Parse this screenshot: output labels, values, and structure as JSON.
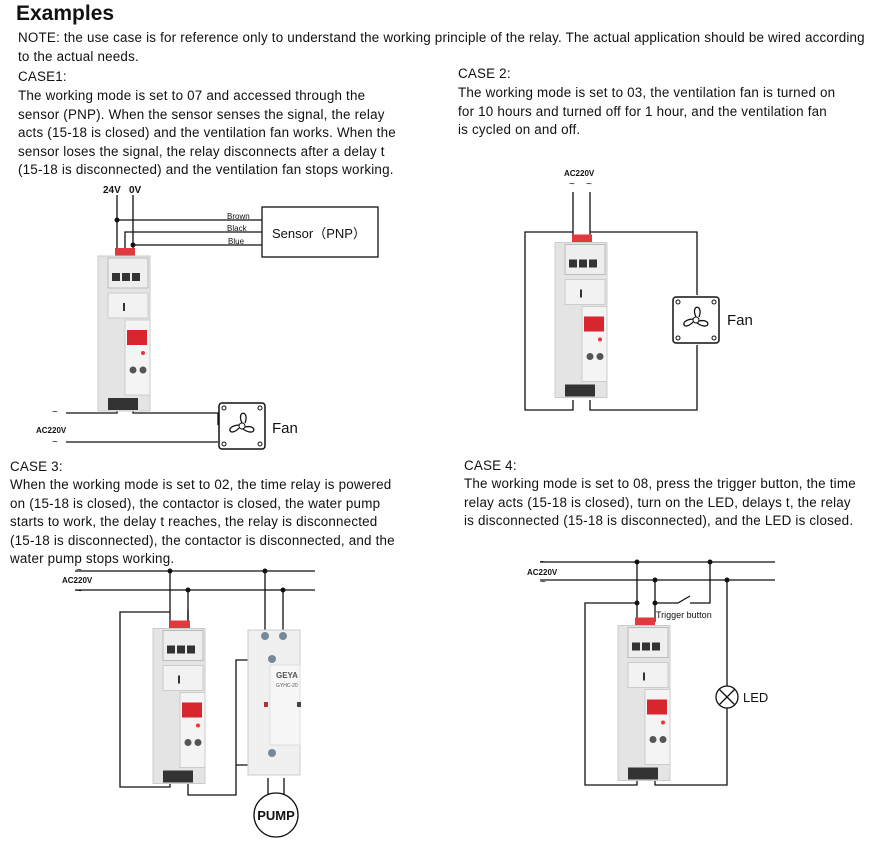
{
  "title": "Examples",
  "note": "NOTE: the use case is for reference only to understand the working principle of the relay. The actual application should be wired according to the actual needs.",
  "cases": [
    {
      "heading": "CASE1:",
      "text": "The working mode is set to 07 and accessed through the\nsensor (PNP). When the sensor senses the signal, the relay\nacts (15-18 is closed) and the ventilation fan works. When the\nsensor loses the signal, the relay disconnects after a delay t\n(15-18 is disconnected) and the ventilation fan stops working."
    },
    {
      "heading": "CASE 2:",
      "text": "The working mode is set to 03, the ventilation fan is turned on\nfor 10 hours and turned off for 1 hour, and the ventilation fan\nis cycled on and off."
    },
    {
      "heading": "CASE 3:",
      "text": "When the working mode is set to 02, the time relay is powered\non (15-18 is closed), the contactor is closed, the water pump\nstarts to work, the delay t reaches, the relay is disconnected\n(15-18 is disconnected), the contactor is disconnected, and the\nwater pump stops working."
    },
    {
      "heading": "CASE 4:",
      "text": "The working mode is set to 08, press the trigger button, the time\nrelay acts (15-18 is closed), turn on the LED, delays t, the relay\nis disconnected (15-18 is disconnected), and the LED is closed."
    }
  ],
  "diagram1": {
    "v24": "24V",
    "v0": "0V",
    "brown": "Brown",
    "black": "Black",
    "blue": "Blue",
    "sensor": "Sensor（PNP）",
    "ac": "AC220V",
    "tilde": "~",
    "fan": "Fan"
  },
  "diagram2": {
    "ac": "AC220V",
    "tilde": "~",
    "fan": "Fan"
  },
  "diagram3": {
    "ac": "AC220V",
    "tilde": "~",
    "pump": "PUMP",
    "contactor_brand": "GEYA",
    "contactor_model": "GYHC-20"
  },
  "diagram4": {
    "ac": "AC220V",
    "tilde": "~",
    "trigger": "Trigger button",
    "led": "LED"
  },
  "colors": {
    "relay_tab": "#e03a3e",
    "display": "#d8262e",
    "body": "#e8e8e8"
  }
}
